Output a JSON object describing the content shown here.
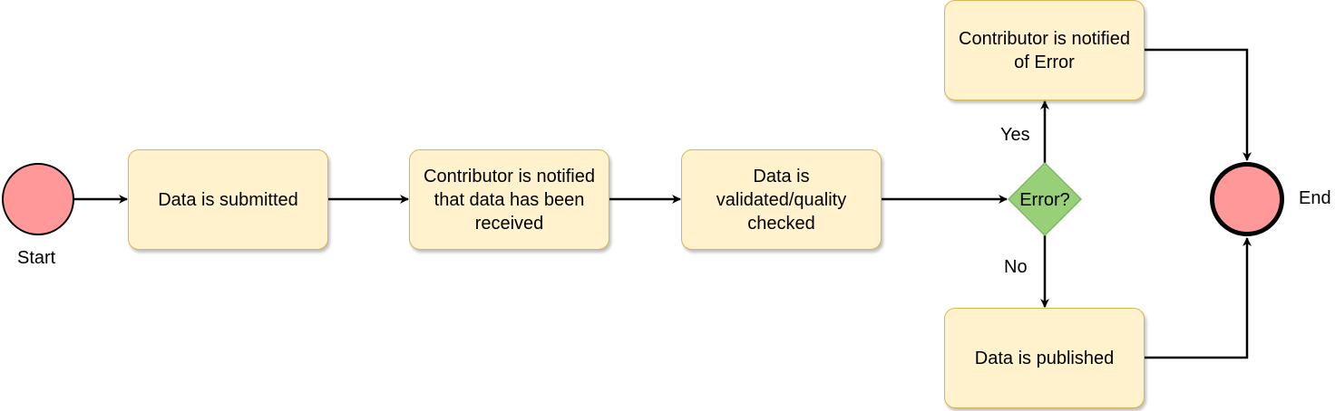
{
  "nodes": {
    "start_label": "Start",
    "submitted": "Data is submitted",
    "notified_received": "Contributor is notified that data has been received",
    "validated": "Data is validated/quality checked",
    "decision": "Error?",
    "notified_error": "Contributor is notified of Error",
    "published": "Data is published",
    "end_label": "End"
  },
  "edges": {
    "yes_label": "Yes",
    "no_label": "No"
  },
  "colors": {
    "task_fill": "#fff2cc",
    "task_border": "#d6b656",
    "decision_fill": "#97d077",
    "decision_border": "#82b366",
    "event_fill": "#ff9999",
    "line": "#000000"
  }
}
